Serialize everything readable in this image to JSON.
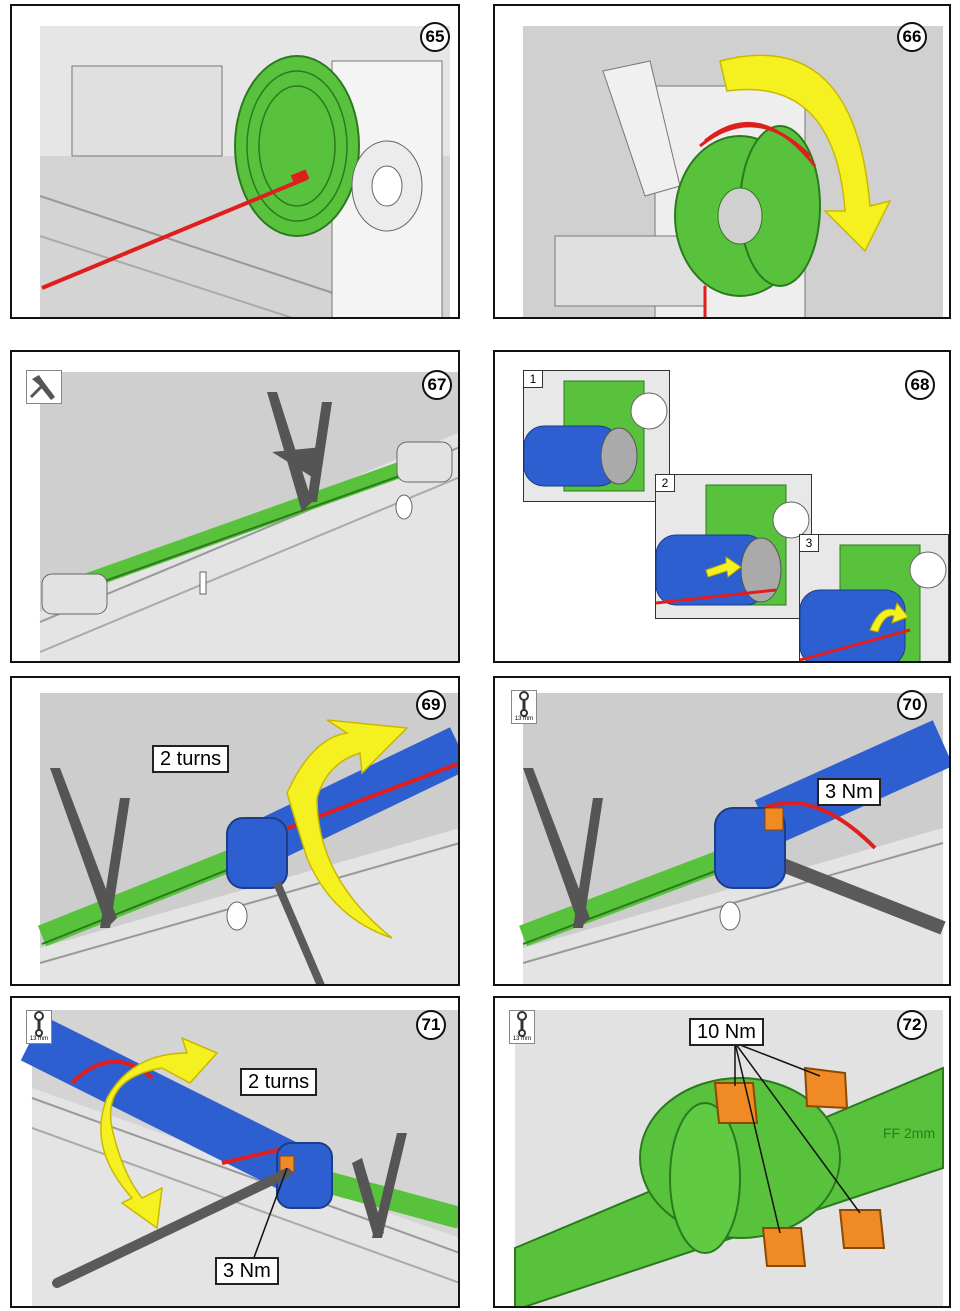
{
  "steps": [
    {
      "number": "65"
    },
    {
      "number": "66"
    },
    {
      "number": "67"
    },
    {
      "number": "68",
      "substeps": [
        "1",
        "2",
        "3"
      ]
    },
    {
      "number": "69",
      "callout": "2 turns"
    },
    {
      "number": "70",
      "callout": "3 Nm",
      "tool": "13 mm"
    },
    {
      "number": "71",
      "callout_top": "2 turns",
      "callout_bottom": "3 Nm",
      "tool": "13 mm"
    },
    {
      "number": "72",
      "callout": "10 Nm",
      "tool": "13 mm",
      "tube_label": "FF 2mm"
    }
  ],
  "colors": {
    "green": "#59c23c",
    "blue": "#2e5fd0",
    "red": "#e01e1e",
    "yellow": "#f5f020",
    "orange": "#f08a24",
    "gray": "#cfcfcf",
    "dark": "#5a5a5a"
  },
  "icons": [
    "wrench-tool-icon",
    "spanner-13mm-icon"
  ]
}
